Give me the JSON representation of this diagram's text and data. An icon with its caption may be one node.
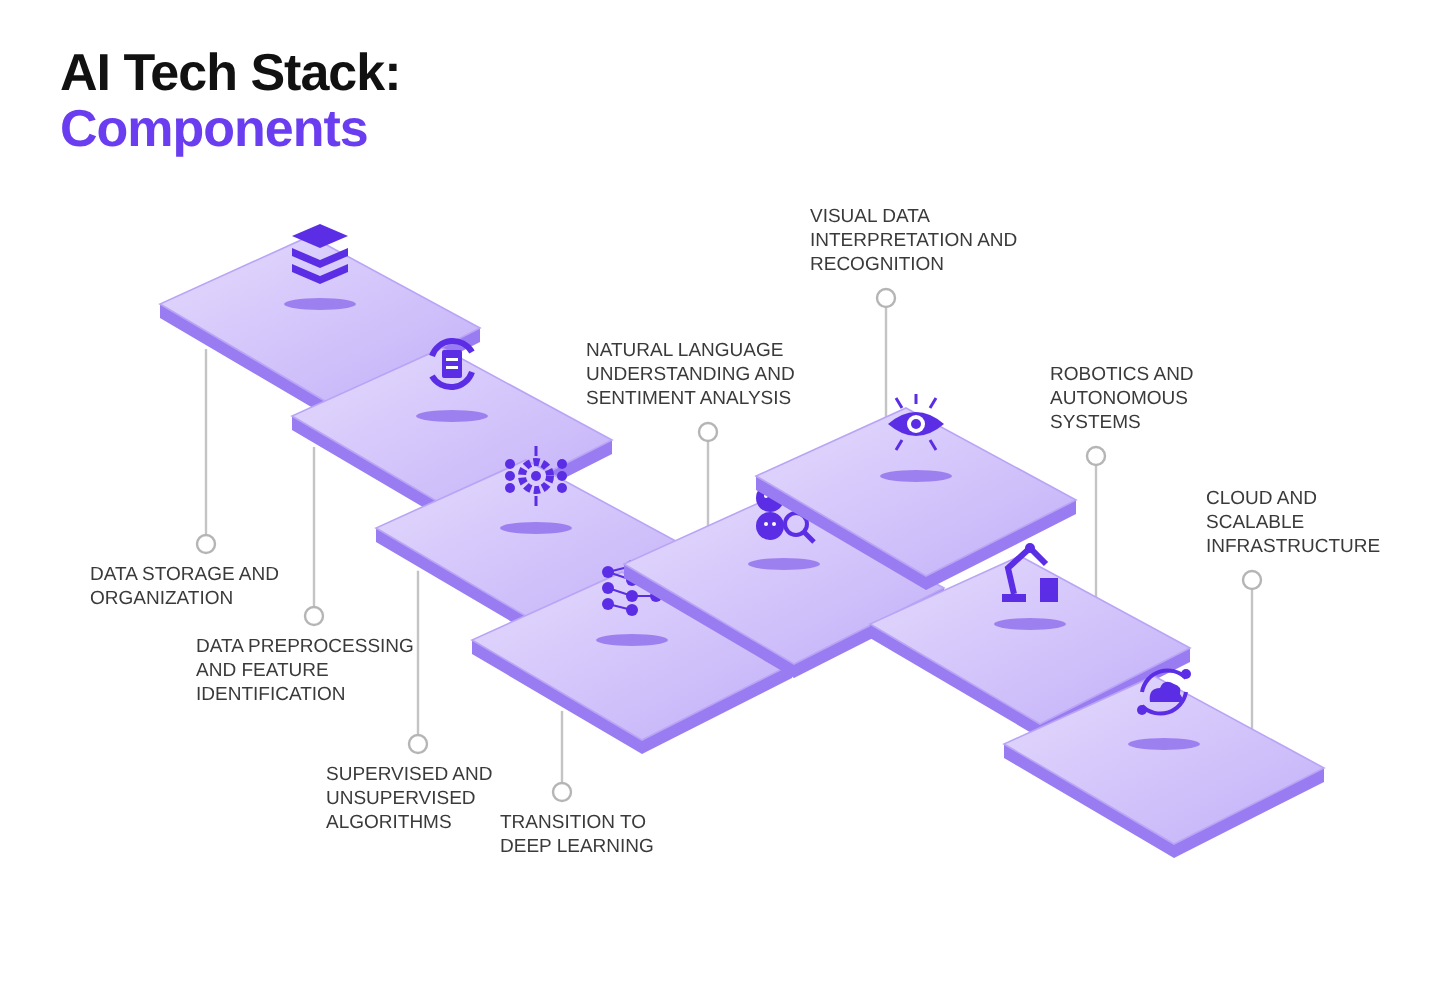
{
  "diagram": {
    "title": "AI Tech Stack: Components",
    "nodes": [
      {
        "text": [],
        "shape": "box"
      },
      {
        "text": [],
        "shape": "box"
      },
      {
        "text": [],
        "shape": "box"
      },
      {
        "text": [],
        "shape": "box"
      },
      {
        "text": [],
        "shape": "box"
      },
      {
        "text": [],
        "shape": "box"
      },
      {
        "text": [],
        "shape": "box"
      },
      {
        "text": [],
        "shape": "box"
      },
      {
        "text": [
          "DATA STORAGE AND ORGANIZATION"
        ]
      },
      {
        "text": [
          "DATA PREPROCESSING AND FEATURE IDENTIFICATION"
        ]
      },
      {
        "text": [
          "SUPERVISED AND UNSUPERVISED ALGORITHMS"
        ]
      },
      {
        "text": [
          "TRANSITION TO DEEP LEARNING"
        ]
      },
      {
        "text": [
          "NATURAL LANGUAGE UNDERSTANDING AND SENTIMENT ANALYSIS"
        ]
      },
      {
        "text": [
          "VISUAL DATA INTERPRETATION AND RECOGNITION"
        ]
      },
      {
        "text": [
          "ROBOTICS AND AUTONOMOUS SYSTEMS"
        ]
      },
      {
        "text": [
          "CLOUD AND SCALABLE INFRASTRUCTURE"
        ]
      }
    ],
    "edges": [
      {
        "from": 8,
        "to": 0,
        "arrow": "other"
      },
      {
        "from": 9,
        "to": 1,
        "arrow": "other"
      },
      {
        "from": 10,
        "to": 2,
        "arrow": "other"
      },
      {
        "from": 11,
        "to": 3,
        "arrow": "other"
      },
      {
        "from": 12,
        "to": 4,
        "arrow": "other"
      },
      {
        "from": 13,
        "to": 5,
        "arrow": "other"
      },
      {
        "from": 14,
        "to": 6,
        "arrow": "other"
      },
      {
        "from": 15,
        "to": 7,
        "arrow": "other"
      }
    ]
  }
}
